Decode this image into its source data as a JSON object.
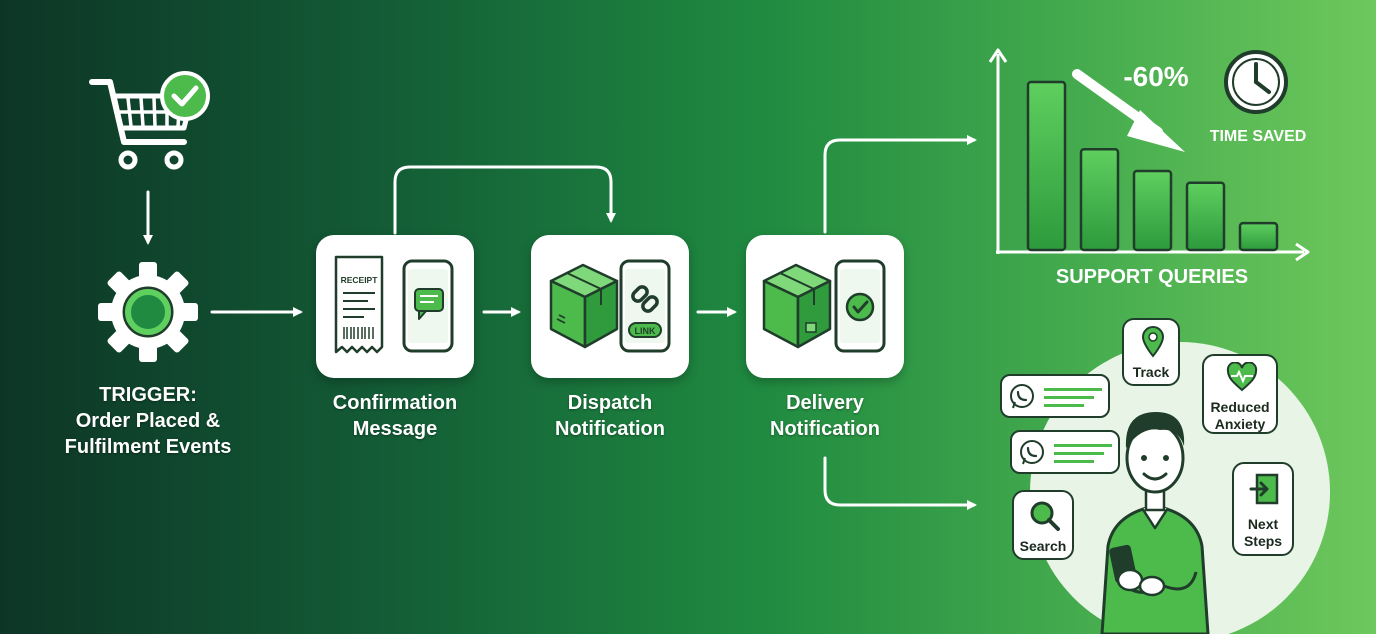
{
  "trigger": {
    "lines": [
      "TRIGGER:",
      "Order Placed &",
      "Fulfilment Events"
    ]
  },
  "steps": [
    {
      "lines": [
        "Confirmation",
        "Message"
      ],
      "receipt_text": "RECEIPT"
    },
    {
      "lines": [
        "Dispatch",
        "Notification"
      ],
      "link_text": "LINK"
    },
    {
      "lines": [
        "Delivery",
        "Notification"
      ]
    }
  ],
  "chart_data": {
    "type": "bar",
    "xlabel": "SUPPORT QUERIES",
    "values": [
      100,
      60,
      47,
      40,
      16
    ],
    "annotation": "-60%",
    "badge": "TIME SAVED",
    "grid": false
  },
  "benefits": {
    "track": "Track",
    "reduced_anxiety": [
      "Reduced",
      "Anxiety"
    ],
    "search": "Search",
    "next_steps": [
      "Next",
      "Steps"
    ]
  },
  "colors": {
    "accent": "#4cbb4c",
    "dark": "#1f3d2a",
    "bar_top": "#5fcf5f",
    "bar_bottom": "#2d9a3c"
  }
}
